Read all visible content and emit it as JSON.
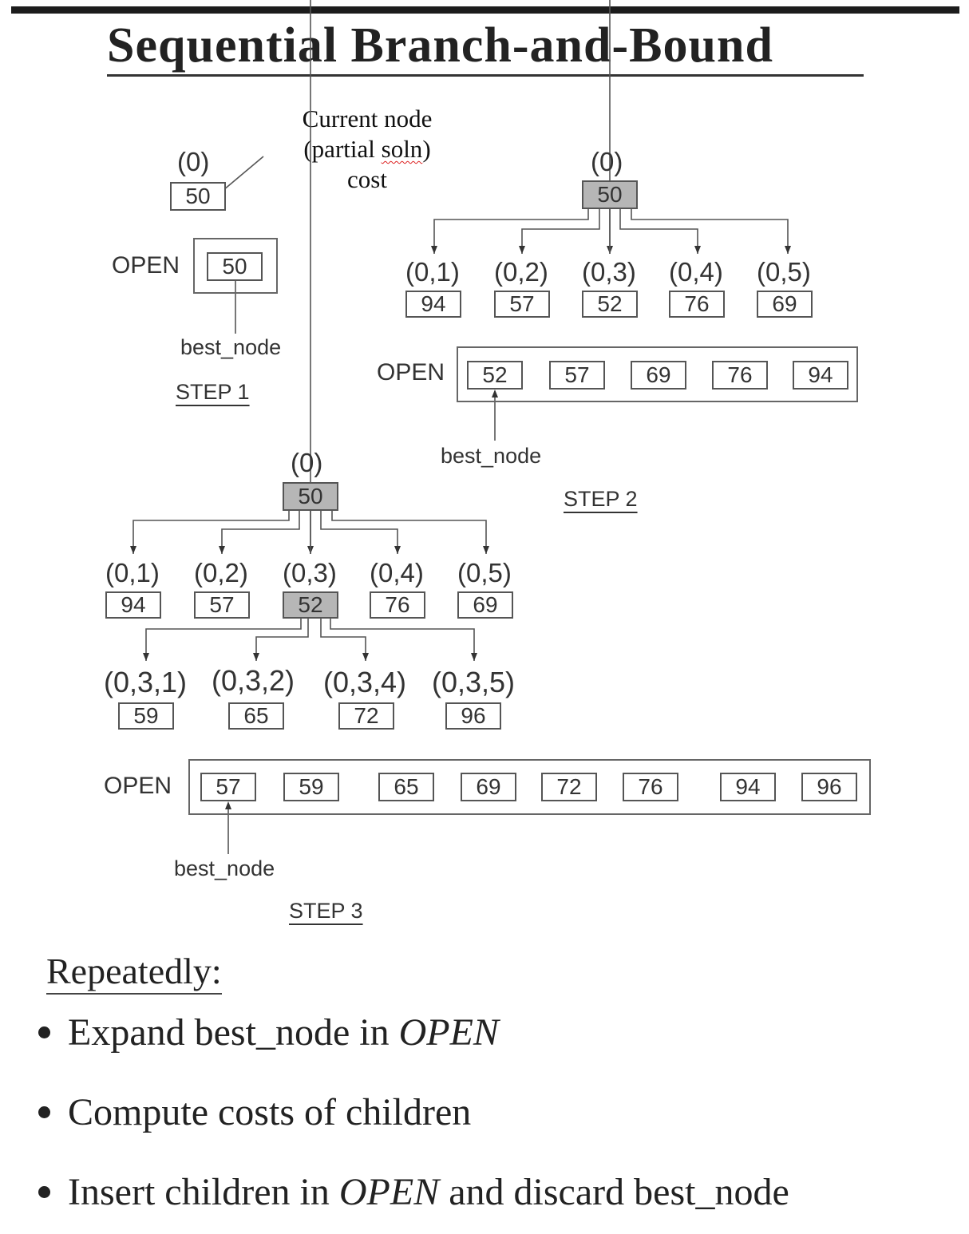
{
  "title": "Sequential Branch-and-Bound",
  "annotation": {
    "line1": "Current node",
    "line2_open": "(partial ",
    "line2_word": "soln",
    "line2_close": ")",
    "line3": "cost"
  },
  "step1": {
    "root": {
      "label": "(0)",
      "cost": "50"
    },
    "open_label": "OPEN",
    "open": [
      "50"
    ],
    "best_node_label": "best_node",
    "step_label": "STEP 1"
  },
  "step2": {
    "root": {
      "label": "(0)",
      "cost": "50"
    },
    "children": [
      {
        "label": "(0,1)",
        "cost": "94"
      },
      {
        "label": "(0,2)",
        "cost": "57"
      },
      {
        "label": "(0,3)",
        "cost": "52"
      },
      {
        "label": "(0,4)",
        "cost": "76"
      },
      {
        "label": "(0,5)",
        "cost": "69"
      }
    ],
    "open_label": "OPEN",
    "open": [
      "52",
      "57",
      "69",
      "76",
      "94"
    ],
    "best_node_label": "best_node",
    "step_label": "STEP 2"
  },
  "step3": {
    "root": {
      "label": "(0)",
      "cost": "50"
    },
    "children": [
      {
        "label": "(0,1)",
        "cost": "94"
      },
      {
        "label": "(0,2)",
        "cost": "57"
      },
      {
        "label": "(0,3)",
        "cost": "52"
      },
      {
        "label": "(0,4)",
        "cost": "76"
      },
      {
        "label": "(0,5)",
        "cost": "69"
      }
    ],
    "grandchildren": [
      {
        "label": "(0,3,1)",
        "cost": "59"
      },
      {
        "label": "(0,3,2)",
        "cost": "65"
      },
      {
        "label": "(0,3,4)",
        "cost": "72"
      },
      {
        "label": "(0,3,5)",
        "cost": "96"
      }
    ],
    "open_label": "OPEN",
    "open": [
      "57",
      "59",
      "65",
      "69",
      "72",
      "76",
      "94",
      "96"
    ],
    "best_node_label": "best_node",
    "step_label": "STEP 3"
  },
  "colors": {
    "shaded_node": "#b6b6b6",
    "line": "#555555"
  },
  "repeatedly": "Repeatedly:",
  "bullets": [
    {
      "pre": "Expand best_node in ",
      "em": "OPEN",
      "post": ""
    },
    {
      "pre": "Compute costs of children",
      "em": "",
      "post": ""
    },
    {
      "pre": "Insert children in ",
      "em": "OPEN",
      "post": " and discard best_node"
    }
  ]
}
